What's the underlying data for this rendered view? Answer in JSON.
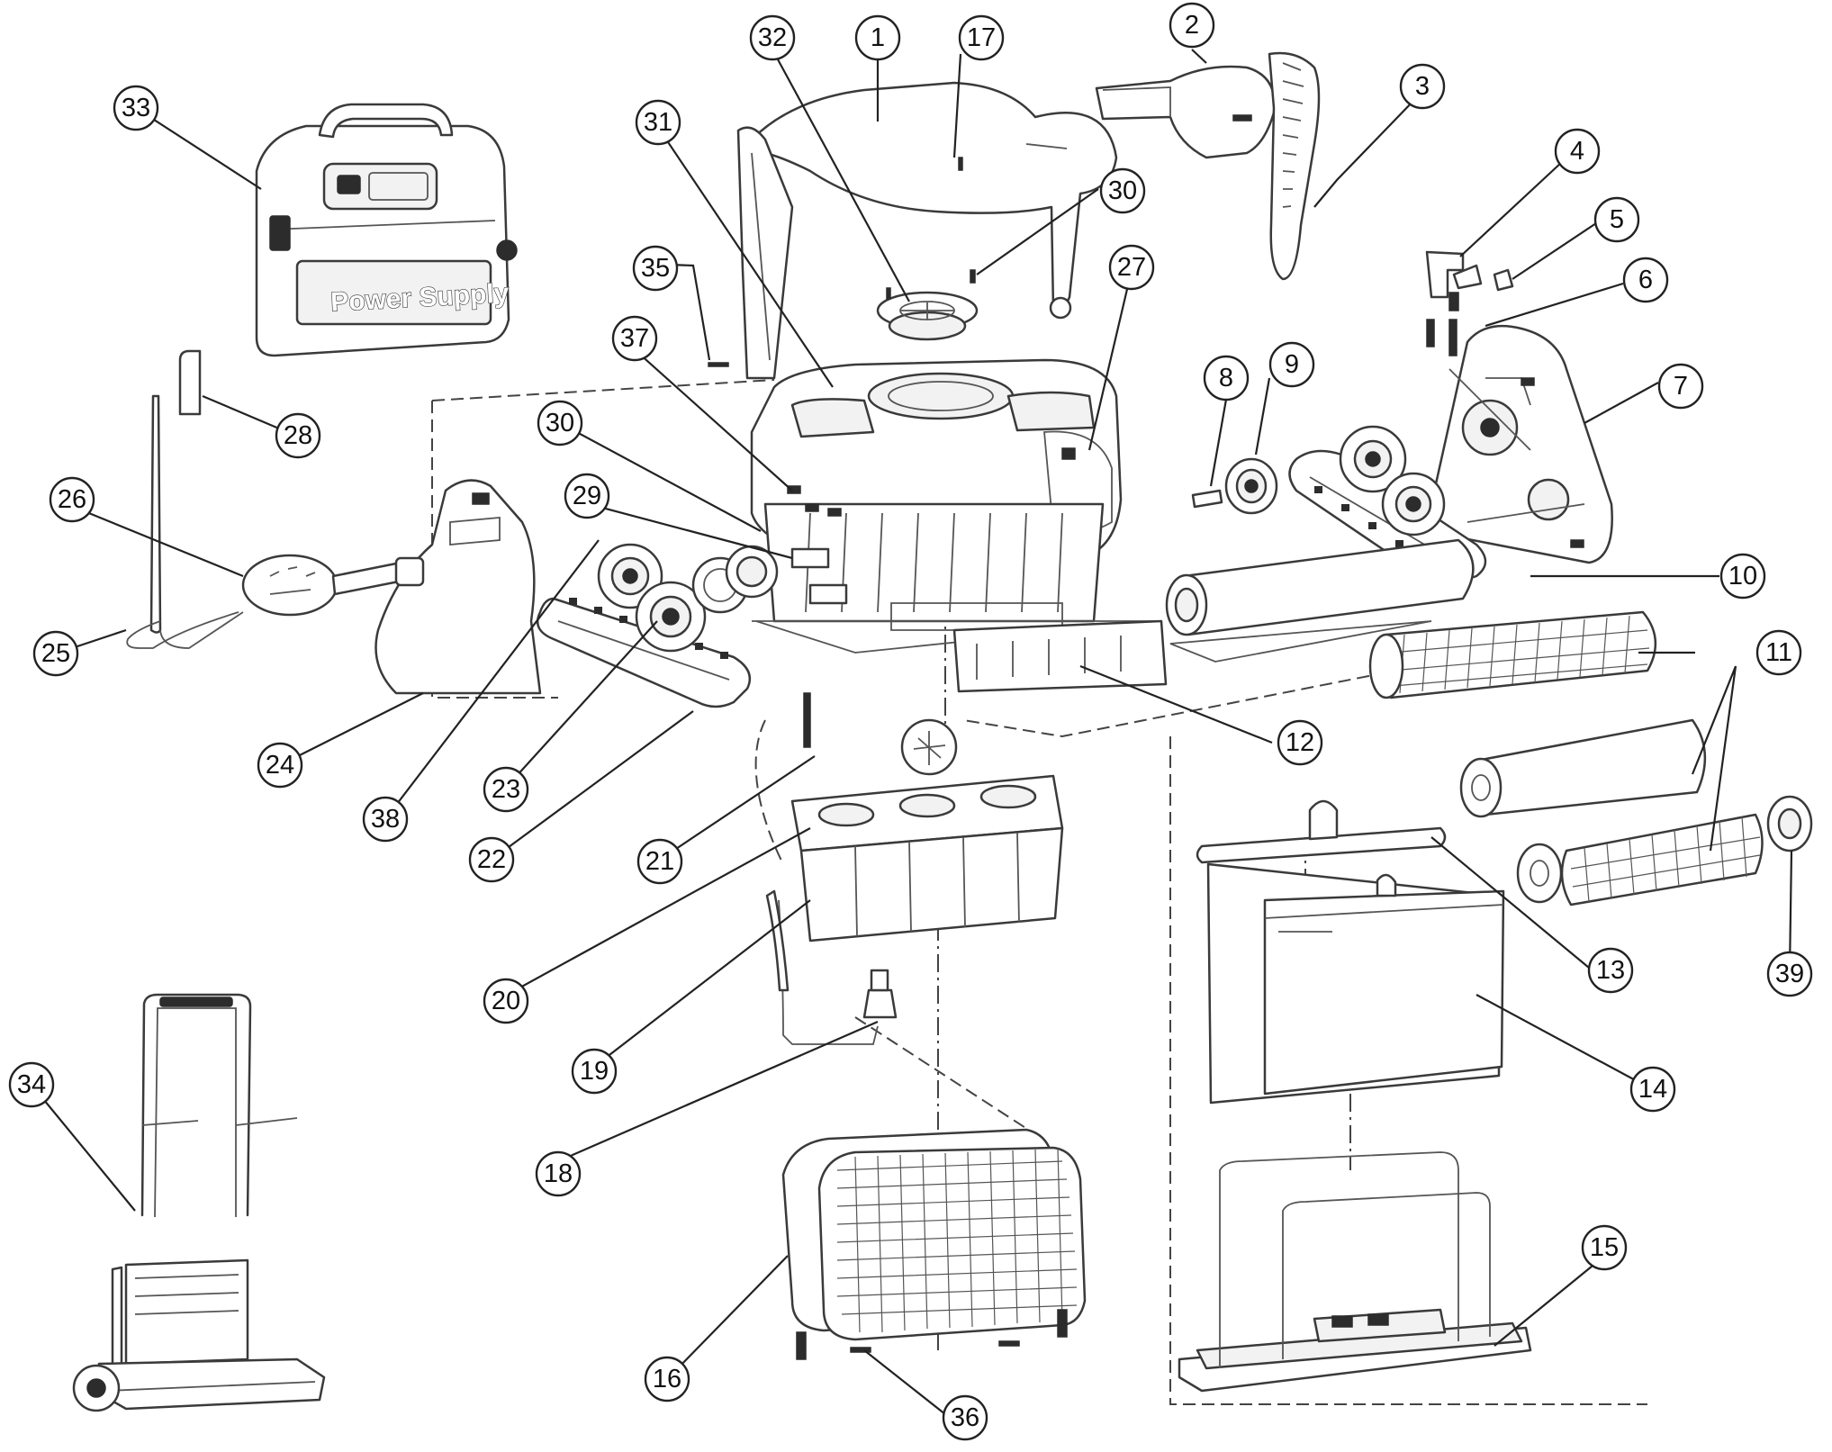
{
  "diagram": {
    "power_supply_label": "Power Supply",
    "callouts": [
      {
        "id": "1",
        "label": "1"
      },
      {
        "id": "2",
        "label": "2"
      },
      {
        "id": "3",
        "label": "3"
      },
      {
        "id": "4",
        "label": "4"
      },
      {
        "id": "5",
        "label": "5"
      },
      {
        "id": "6",
        "label": "6"
      },
      {
        "id": "7",
        "label": "7"
      },
      {
        "id": "8",
        "label": "8"
      },
      {
        "id": "9",
        "label": "9"
      },
      {
        "id": "10",
        "label": "10"
      },
      {
        "id": "11",
        "label": "11"
      },
      {
        "id": "12",
        "label": "12"
      },
      {
        "id": "13",
        "label": "13"
      },
      {
        "id": "14",
        "label": "14"
      },
      {
        "id": "15",
        "label": "15"
      },
      {
        "id": "16",
        "label": "16"
      },
      {
        "id": "17",
        "label": "17"
      },
      {
        "id": "18",
        "label": "18"
      },
      {
        "id": "19",
        "label": "19"
      },
      {
        "id": "20",
        "label": "20"
      },
      {
        "id": "21",
        "label": "21"
      },
      {
        "id": "22",
        "label": "22"
      },
      {
        "id": "23",
        "label": "23"
      },
      {
        "id": "24",
        "label": "24"
      },
      {
        "id": "25",
        "label": "25"
      },
      {
        "id": "26",
        "label": "26"
      },
      {
        "id": "27",
        "label": "27"
      },
      {
        "id": "28",
        "label": "28"
      },
      {
        "id": "29",
        "label": "29"
      },
      {
        "id": "30a",
        "label": "30"
      },
      {
        "id": "30b",
        "label": "30"
      },
      {
        "id": "31",
        "label": "31"
      },
      {
        "id": "32",
        "label": "32"
      },
      {
        "id": "33",
        "label": "33"
      },
      {
        "id": "34",
        "label": "34"
      },
      {
        "id": "35",
        "label": "35"
      },
      {
        "id": "36",
        "label": "36"
      },
      {
        "id": "37",
        "label": "37"
      },
      {
        "id": "38",
        "label": "38"
      },
      {
        "id": "39",
        "label": "39"
      }
    ]
  }
}
